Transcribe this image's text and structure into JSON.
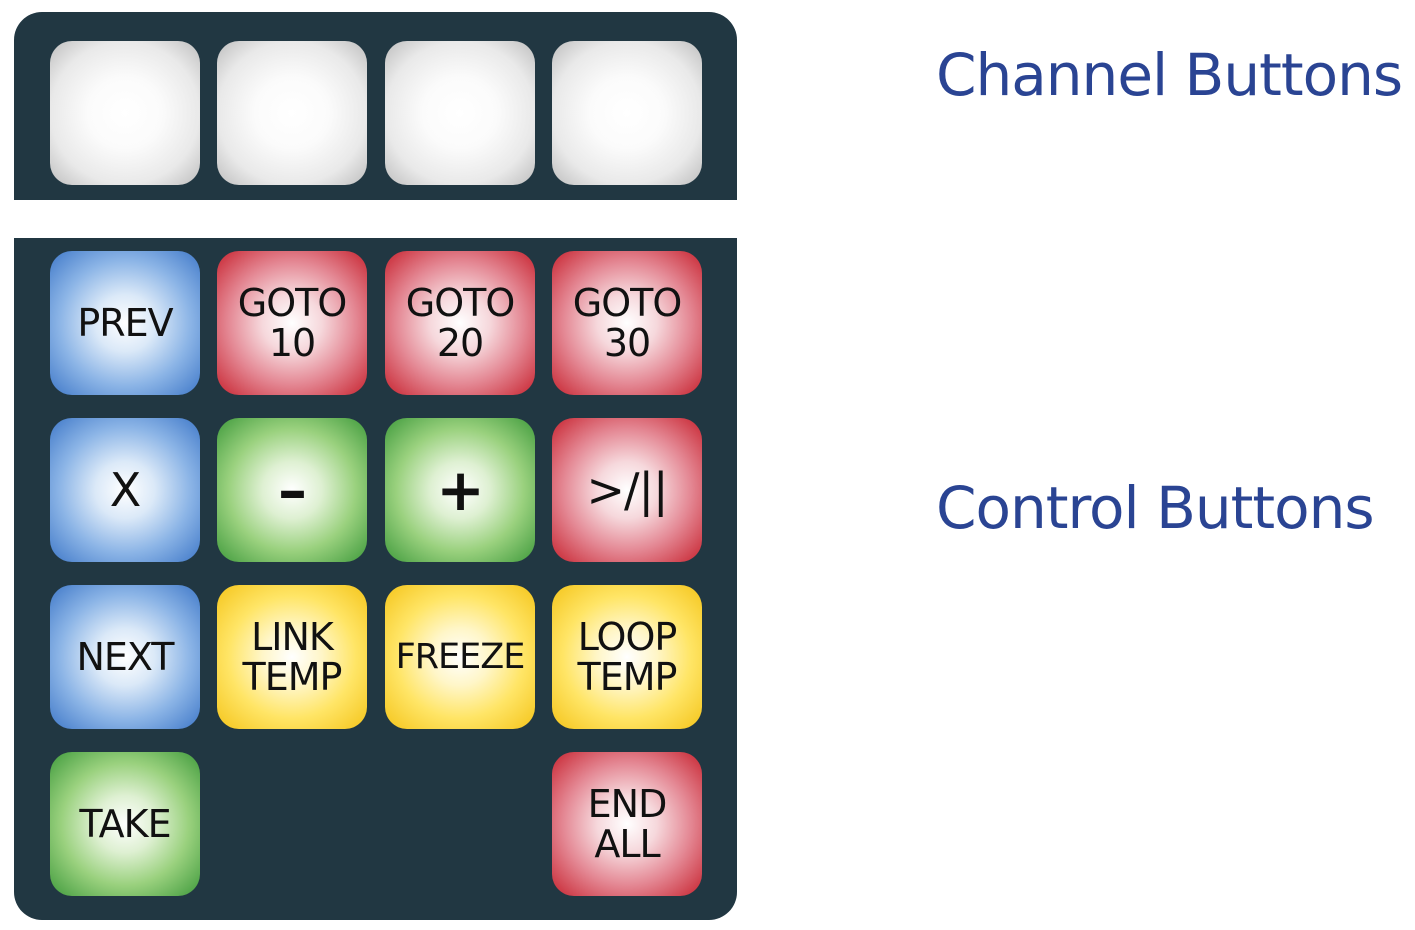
{
  "labels": {
    "channel_buttons": "Channel Buttons",
    "control_buttons": "Control Buttons"
  },
  "channel_buttons": [
    {
      "label": "",
      "color": "white"
    },
    {
      "label": "",
      "color": "white"
    },
    {
      "label": "",
      "color": "white"
    },
    {
      "label": "",
      "color": "white"
    }
  ],
  "control_buttons": {
    "prev": {
      "line1": "PREV",
      "color": "blue"
    },
    "goto10": {
      "line1": "GOTO",
      "line2": "10",
      "color": "red"
    },
    "goto20": {
      "line1": "GOTO",
      "line2": "20",
      "color": "red"
    },
    "goto30": {
      "line1": "GOTO",
      "line2": "30",
      "color": "red"
    },
    "x": {
      "line1": "X",
      "color": "blue"
    },
    "minus": {
      "line1": "–",
      "color": "green"
    },
    "plus": {
      "line1": "+",
      "color": "green"
    },
    "play_pause": {
      "line1": ">/||",
      "color": "red"
    },
    "next": {
      "line1": "NEXT",
      "color": "blue"
    },
    "link_temp": {
      "line1": "LINK",
      "line2": "TEMP",
      "color": "yellow"
    },
    "freeze": {
      "line1": "FREEZE",
      "color": "yellow"
    },
    "loop_temp": {
      "line1": "LOOP",
      "line2": "TEMP",
      "color": "yellow"
    },
    "take": {
      "line1": "TAKE",
      "color": "green"
    },
    "end_all": {
      "line1": "END",
      "line2": "ALL",
      "color": "red"
    }
  },
  "colors": {
    "panel": "#213742",
    "label_text": "#2a4493",
    "blue": "#3f78c8",
    "red": "#c72430",
    "green": "#3f9a3c",
    "yellow": "#f4c41a"
  }
}
